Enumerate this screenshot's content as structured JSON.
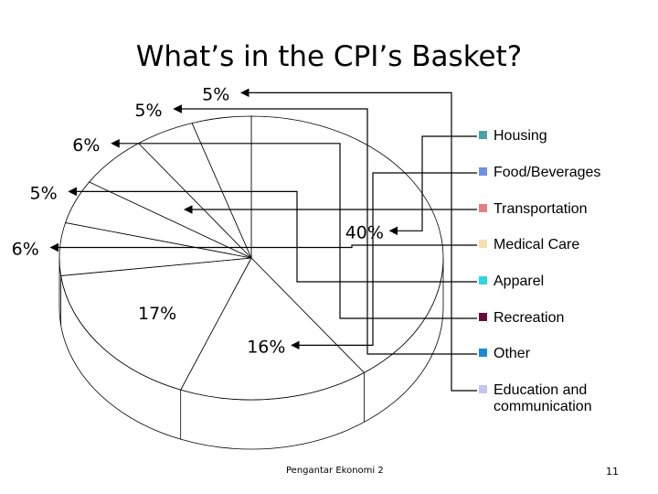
{
  "slide": {
    "title": "What’s in the CPI’s Basket?",
    "footer": "Pengantar Ekonomi 2",
    "page_number": "11"
  },
  "chart_data": {
    "type": "pie",
    "title": "What’s in the CPI’s Basket?",
    "legend_position": "right",
    "series": [
      {
        "name": "Housing",
        "value": 40,
        "label": "40%",
        "color": "#4aa0a8"
      },
      {
        "name": "Food/Beverages",
        "value": 16,
        "label": "16%",
        "color": "#6f8fe8"
      },
      {
        "name": "Transportation",
        "value": 17,
        "label": "17%",
        "color": "#e58080"
      },
      {
        "name": "Medical Care",
        "value": 6,
        "label": "6%",
        "color": "#f7dfb0"
      },
      {
        "name": "Apparel",
        "value": 5,
        "label": "5%",
        "color": "#2fd6e0"
      },
      {
        "name": "Recreation",
        "value": 6,
        "label": "6%",
        "color": "#6a0a3a"
      },
      {
        "name": "Other",
        "value": 5,
        "label": "5%",
        "color": "#1a8ad8"
      },
      {
        "name": "Education and\ncommunication",
        "value": 5,
        "label": "5%",
        "color": "#c4c4ee"
      }
    ]
  }
}
